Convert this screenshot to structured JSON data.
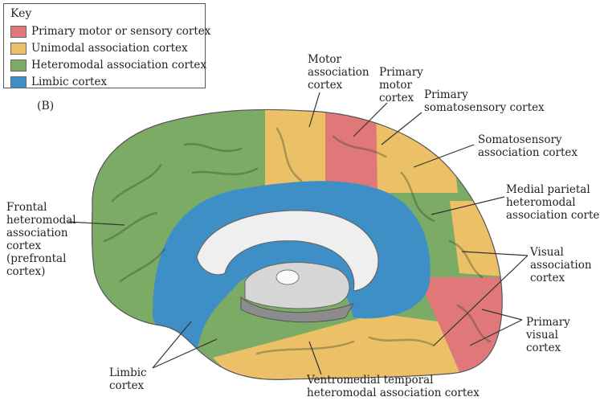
{
  "key": {
    "title": "Key",
    "items": [
      {
        "label": "Primary motor or sensory cortex",
        "color": "#e0787a"
      },
      {
        "label": "Unimodal association cortex",
        "color": "#ecc066"
      },
      {
        "label": "Heteromodal association cortex",
        "color": "#7cab65"
      },
      {
        "label": "Limbic cortex",
        "color": "#3d8fc6"
      }
    ]
  },
  "panel_label": "(B)",
  "labels": {
    "motor_association": "Motor\nassociation\ncortex",
    "primary_motor": "Primary\nmotor\ncortex",
    "primary_somatosensory": "Primary\nsomatosensory cortex",
    "somatosensory_association": "Somatosensory\nassociation cortex",
    "medial_parietal": "Medial parietal\nheteromodal\nassociation cortex",
    "visual_association": "Visual\nassociation\ncortex",
    "primary_visual": "Primary\nvisual\ncortex",
    "frontal_heteromodal": "Frontal\nheteromodal\nassociation\ncortex\n(prefrontal\ncortex)",
    "limbic": "Limbic\ncortex",
    "ventromedial": "Ventromedial temporal\nheteromodal association cortex"
  }
}
